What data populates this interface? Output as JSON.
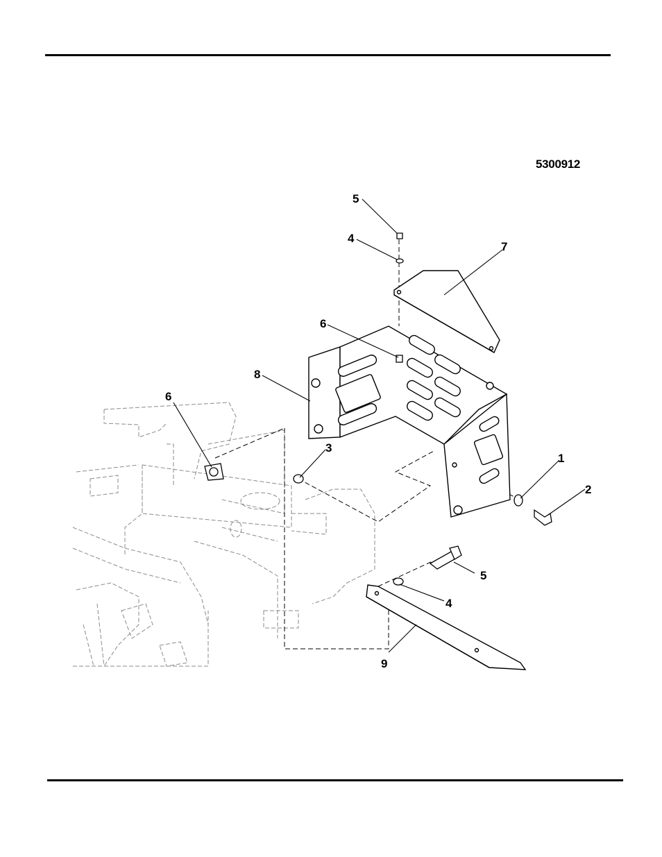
{
  "figure_number": "5300912",
  "callouts": {
    "c5_top": "5",
    "c4_top": "4",
    "c7": "7",
    "c6_upper": "6",
    "c8": "8",
    "c6_left": "6",
    "c3": "3",
    "c1": "1",
    "c2": "2",
    "c5_bottom": "5",
    "c4_bottom": "4",
    "c9": "9"
  },
  "parts": {
    "1": "washer",
    "2": "bolt",
    "3": "nut",
    "4": "washer",
    "5": "bolt",
    "6": "nut",
    "7": "cover-plate",
    "8": "bracket",
    "9": "brace"
  }
}
